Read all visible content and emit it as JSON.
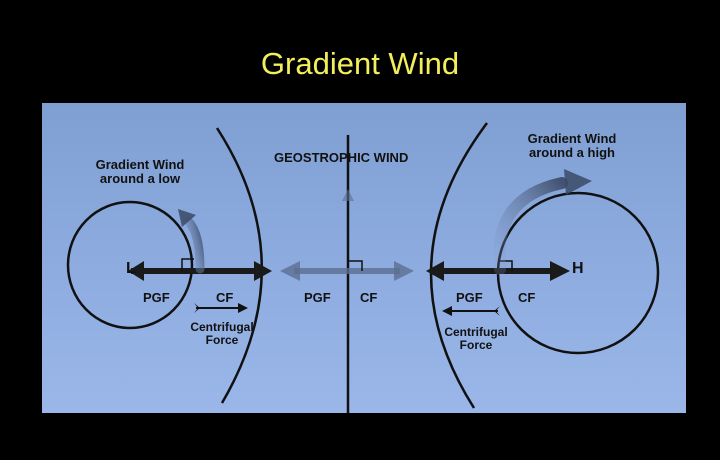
{
  "slide": {
    "title": "Gradient Wind"
  },
  "diagram": {
    "left_panel": {
      "caption_line1": "Gradient Wind",
      "caption_line2": "around a low",
      "center_marker": "L",
      "pgf_label": "PGF",
      "cf_label": "CF",
      "force_line1": "Centrifugal",
      "force_line2": "Force"
    },
    "middle_panel": {
      "caption": "GEOSTROPHIC WIND",
      "pgf_label": "PGF",
      "cf_label": "CF"
    },
    "right_panel": {
      "caption_line1": "Gradient Wind",
      "caption_line2": "around a high",
      "center_marker": "H",
      "pgf_label": "PGF",
      "cf_label": "CF",
      "force_line1": "Centrifugal",
      "force_line2": "Force"
    }
  }
}
